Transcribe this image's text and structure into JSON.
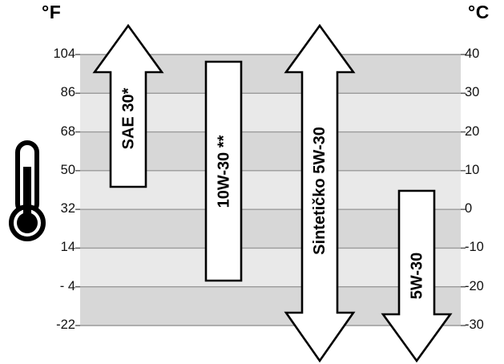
{
  "units": {
    "fahrenheit": "°F",
    "celsius": "°C"
  },
  "scale": {
    "fahrenheit_ticks": [
      "104",
      "86",
      "68",
      "50",
      "32",
      "14",
      "- 4",
      "-22"
    ],
    "celsius_ticks": [
      "40",
      "30",
      "20",
      "10",
      "0",
      "-10",
      "-20",
      "-30"
    ],
    "celsius_values": [
      40,
      30,
      20,
      10,
      0,
      -10,
      -20,
      -30
    ]
  },
  "grades": [
    {
      "label": "SAE 30*",
      "shape": "arrow-up",
      "min_c": 4,
      "max_c": null,
      "description": ""
    },
    {
      "label": "10W-30 **",
      "shape": "bar",
      "min_c": -18,
      "max_c": 37,
      "description": ""
    },
    {
      "label": "Sintetičko 5W-30",
      "shape": "arrow-both",
      "min_c": null,
      "max_c": null,
      "description": ""
    },
    {
      "label": "5W-30",
      "shape": "arrow-down",
      "min_c": null,
      "max_c": 5,
      "description": ""
    }
  ],
  "colors": {
    "band_dark": "#d7d7d7",
    "band_light": "#e9e9e9",
    "grid_line": "#9a9a9a",
    "outline": "#000000",
    "fill": "#ffffff",
    "watermark": "#ececec"
  },
  "icons": {
    "thermometer": "thermometer-icon"
  }
}
